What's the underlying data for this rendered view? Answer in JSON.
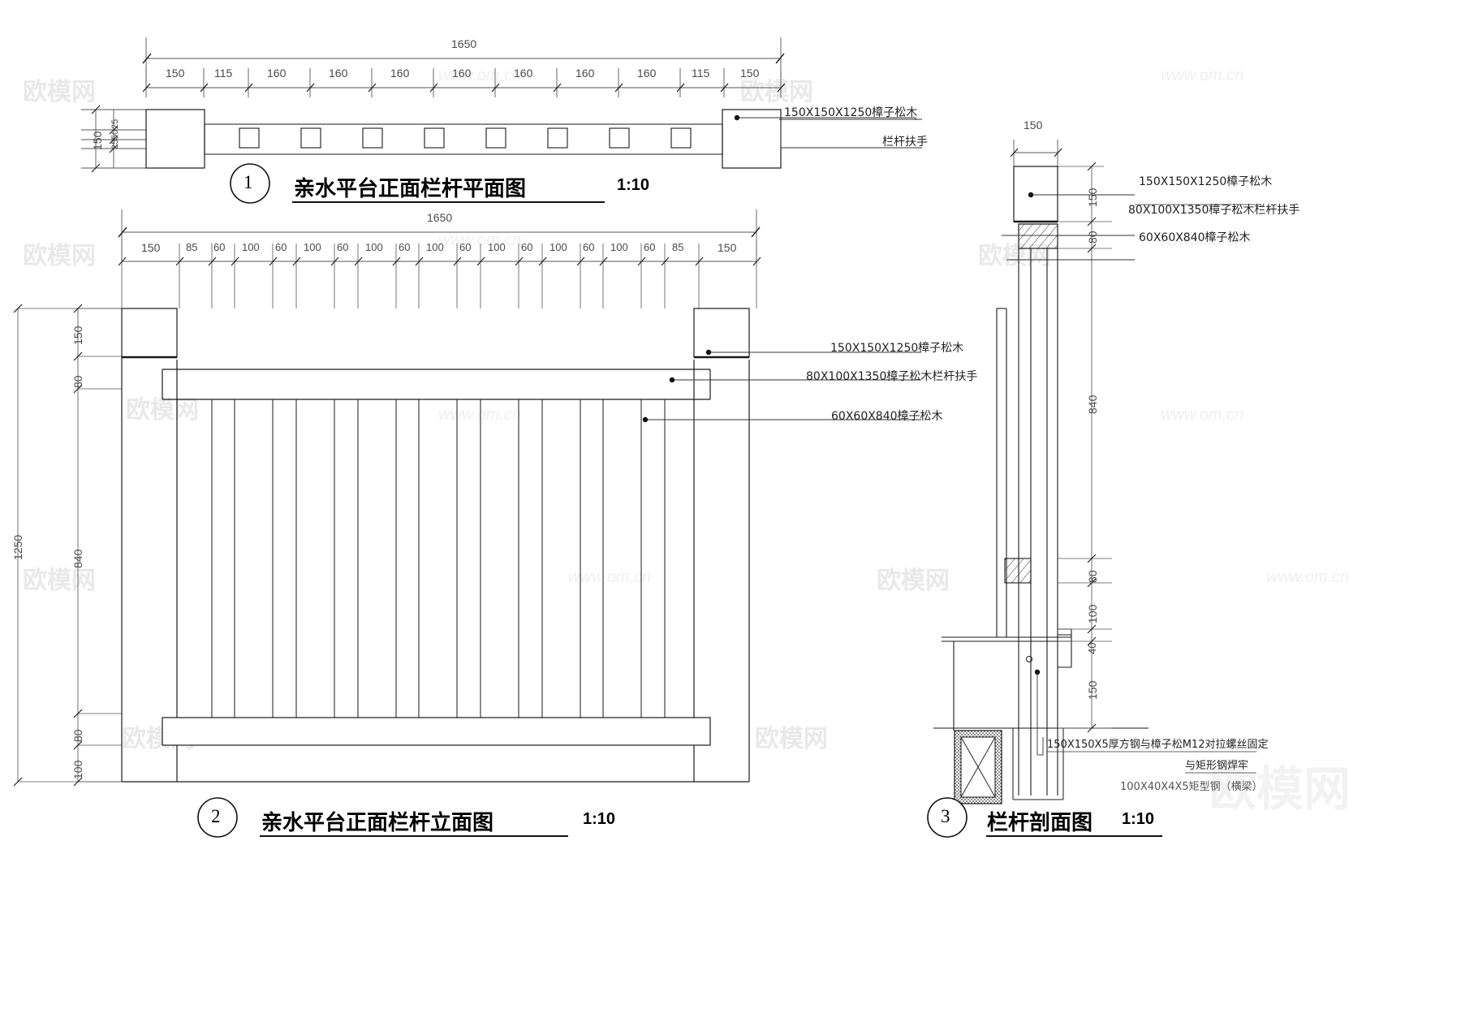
{
  "document": {
    "type": "cad-drawing",
    "subject": "亲水平台栏杆详图"
  },
  "watermarks": {
    "brand_small": "欧模网",
    "brand_url": "www.om.cn",
    "brand_large": "欧模网"
  },
  "views": [
    {
      "id": "plan",
      "number": "1",
      "title": "亲水平台正面栏杆平面图",
      "scale": "1:10",
      "overall_dim": "1650",
      "dim_chain": [
        "150",
        "115",
        "160",
        "160",
        "160",
        "160",
        "160",
        "160",
        "160",
        "115",
        "150"
      ],
      "left_vertical_dims": [
        "150",
        "25",
        "50",
        "25"
      ],
      "callouts": [
        "150X150X1250樟子松木",
        "栏杆扶手"
      ]
    },
    {
      "id": "elevation",
      "number": "2",
      "title": "亲水平台正面栏杆立面图",
      "scale": "1:10",
      "overall_dim": "1650",
      "dim_chain": [
        "150",
        "85",
        "60",
        "100",
        "60",
        "100",
        "60",
        "100",
        "60",
        "100",
        "60",
        "100",
        "60",
        "100",
        "60",
        "100",
        "60",
        "85",
        "150"
      ],
      "left_vertical_dims": [
        "1250",
        "150",
        "80",
        "840",
        "80",
        "100"
      ],
      "callouts": [
        "150X150X1250樟子松木",
        "80X100X1350樟子松木栏杆扶手",
        "60X60X840樟子松木"
      ]
    },
    {
      "id": "section",
      "number": "3",
      "title": "栏杆剖面图",
      "scale": "1:10",
      "top_dim": "150",
      "right_vertical_dims": [
        "150",
        "80",
        "840",
        "80",
        "100",
        "40",
        "150"
      ],
      "callouts": [
        "150X150X1250樟子松木",
        "80X100X1350樟子松木栏杆扶手",
        "60X60X840樟子松木"
      ],
      "bottom_notes": [
        "150X150X5厚方钢与樟子松M12对拉螺丝固定",
        "与矩形钢焊牢",
        "100X40X4X5矩型钢（横梁）"
      ]
    }
  ],
  "colors": {
    "line": "#1a1a1a",
    "dim_line": "#4a4a4a",
    "text": "#222222",
    "watermark": "#ededed",
    "background": "#ffffff"
  }
}
